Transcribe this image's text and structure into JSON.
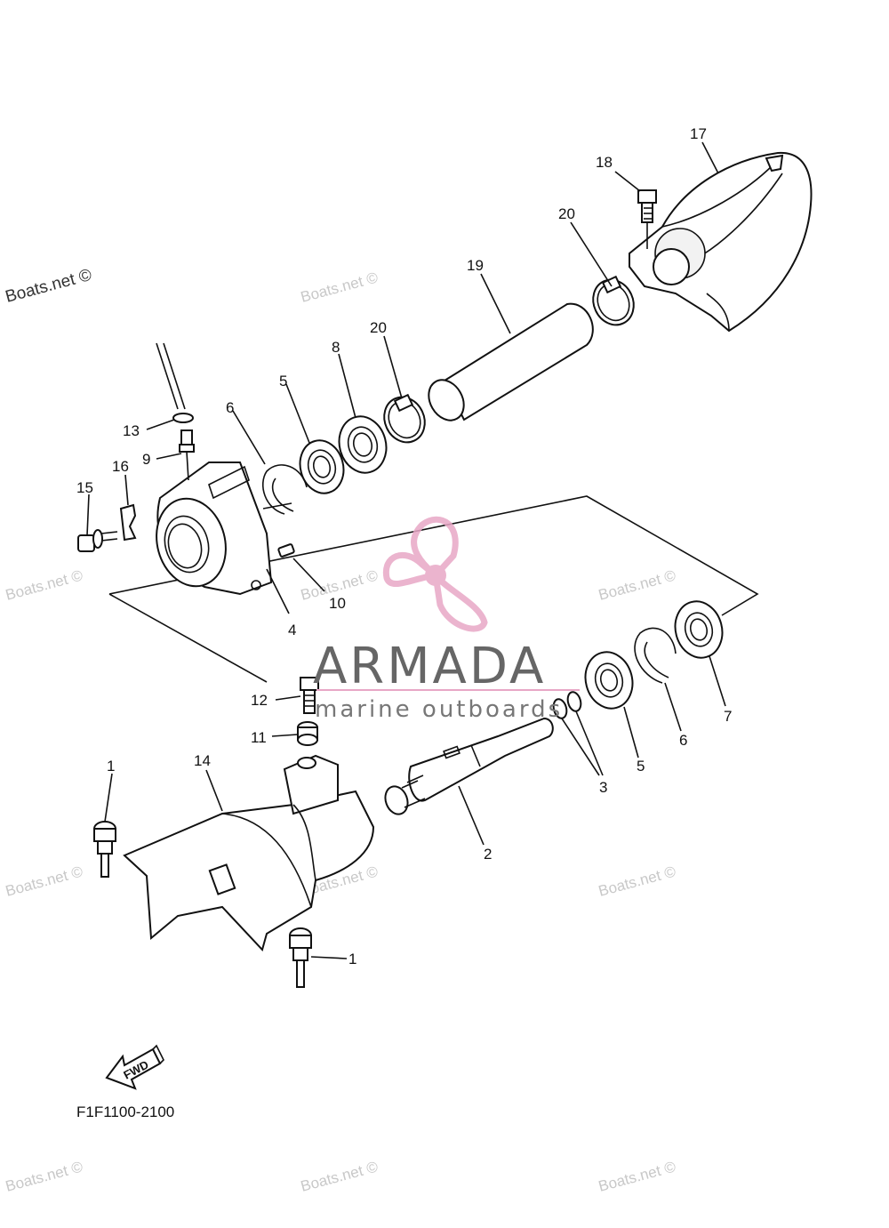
{
  "watermarks": {
    "copyright_dark": "Boats.net ©",
    "copyright_light": "Boats.net ©"
  },
  "logo": {
    "brand": "ARMADA",
    "tagline": "marine outboards",
    "color": "#e8a7c6"
  },
  "drawing": {
    "code": "F1F1100-2100",
    "fwd_label": "FWD"
  },
  "callouts": {
    "c1a": "1",
    "c1b": "1",
    "c2": "2",
    "c3": "3",
    "c4": "4",
    "c5a": "5",
    "c5b": "5",
    "c6a": "6",
    "c6b": "6",
    "c7": "7",
    "c8": "8",
    "c9": "9",
    "c10": "10",
    "c11": "11",
    "c12": "12",
    "c13": "13",
    "c14": "14",
    "c15": "15",
    "c16": "16",
    "c17": "17",
    "c18": "18",
    "c19": "19",
    "c20a": "20",
    "c20b": "20"
  }
}
